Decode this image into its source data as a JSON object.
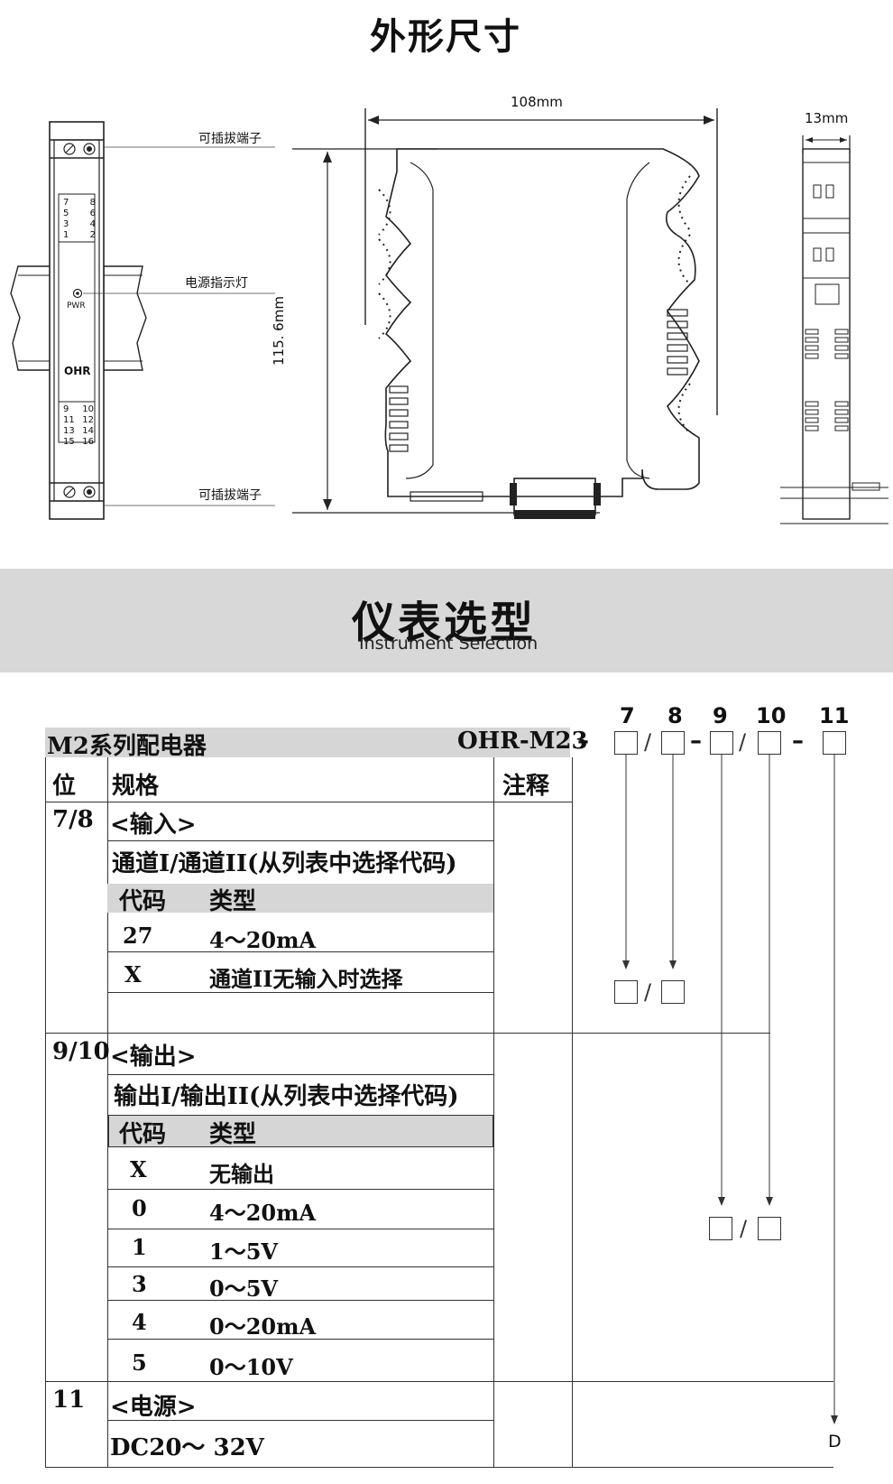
{
  "dimensions": {
    "title": "外形尺寸",
    "terminal_label_top": "可插拔端子",
    "power_light_label": "电源指示灯",
    "terminal_label_bottom": "可插拔端子",
    "width_label": "108mm",
    "height_label": "115. 6mm",
    "depth_label": "13mm",
    "front_panel": {
      "pin_rows_top": [
        [
          "7",
          "8"
        ],
        [
          "5",
          "6"
        ],
        [
          "3",
          "4"
        ],
        [
          "1",
          "2"
        ]
      ],
      "pwr": "PWR",
      "logo": "OHR",
      "pin_rows_bottom": [
        [
          "9",
          "10"
        ],
        [
          "11",
          "12"
        ],
        [
          "13",
          "14"
        ],
        [
          "15",
          "16"
        ]
      ]
    }
  },
  "selection": {
    "title": "仪表选型",
    "subtitle": "Instrument Selection",
    "series": "M2系列配电器",
    "model": "OHR-M23",
    "positions": [
      "7",
      "8",
      "9",
      "10",
      "11"
    ],
    "col_position": "位",
    "col_spec": "规格",
    "col_note": "注释",
    "rows": {
      "input": {
        "pos": "7/8",
        "heading": "<输入>",
        "desc": "通道I/通道II(从列表中选择代码)",
        "code_header": "代码",
        "type_header": "类型",
        "items": [
          {
            "code": "27",
            "type": "4～20mA"
          },
          {
            "code": "X",
            "type": "通道II无输入时选择"
          }
        ]
      },
      "output": {
        "pos": "9/10",
        "heading": "<输出>",
        "desc": "输出I/输出II(从列表中选择代码)",
        "code_header": "代码",
        "type_header": "类型",
        "items": [
          {
            "code": "X",
            "type": "无输出"
          },
          {
            "code": "0",
            "type": "4～20mA"
          },
          {
            "code": "1",
            "type": "1～5V"
          },
          {
            "code": "3",
            "type": "0～5V"
          },
          {
            "code": "4",
            "type": "0～20mA"
          },
          {
            "code": "5",
            "type": "0～10V"
          }
        ]
      },
      "power": {
        "pos": "11",
        "heading": "<电源>",
        "value": "DC20～ 32V",
        "end_code": "D"
      }
    }
  }
}
